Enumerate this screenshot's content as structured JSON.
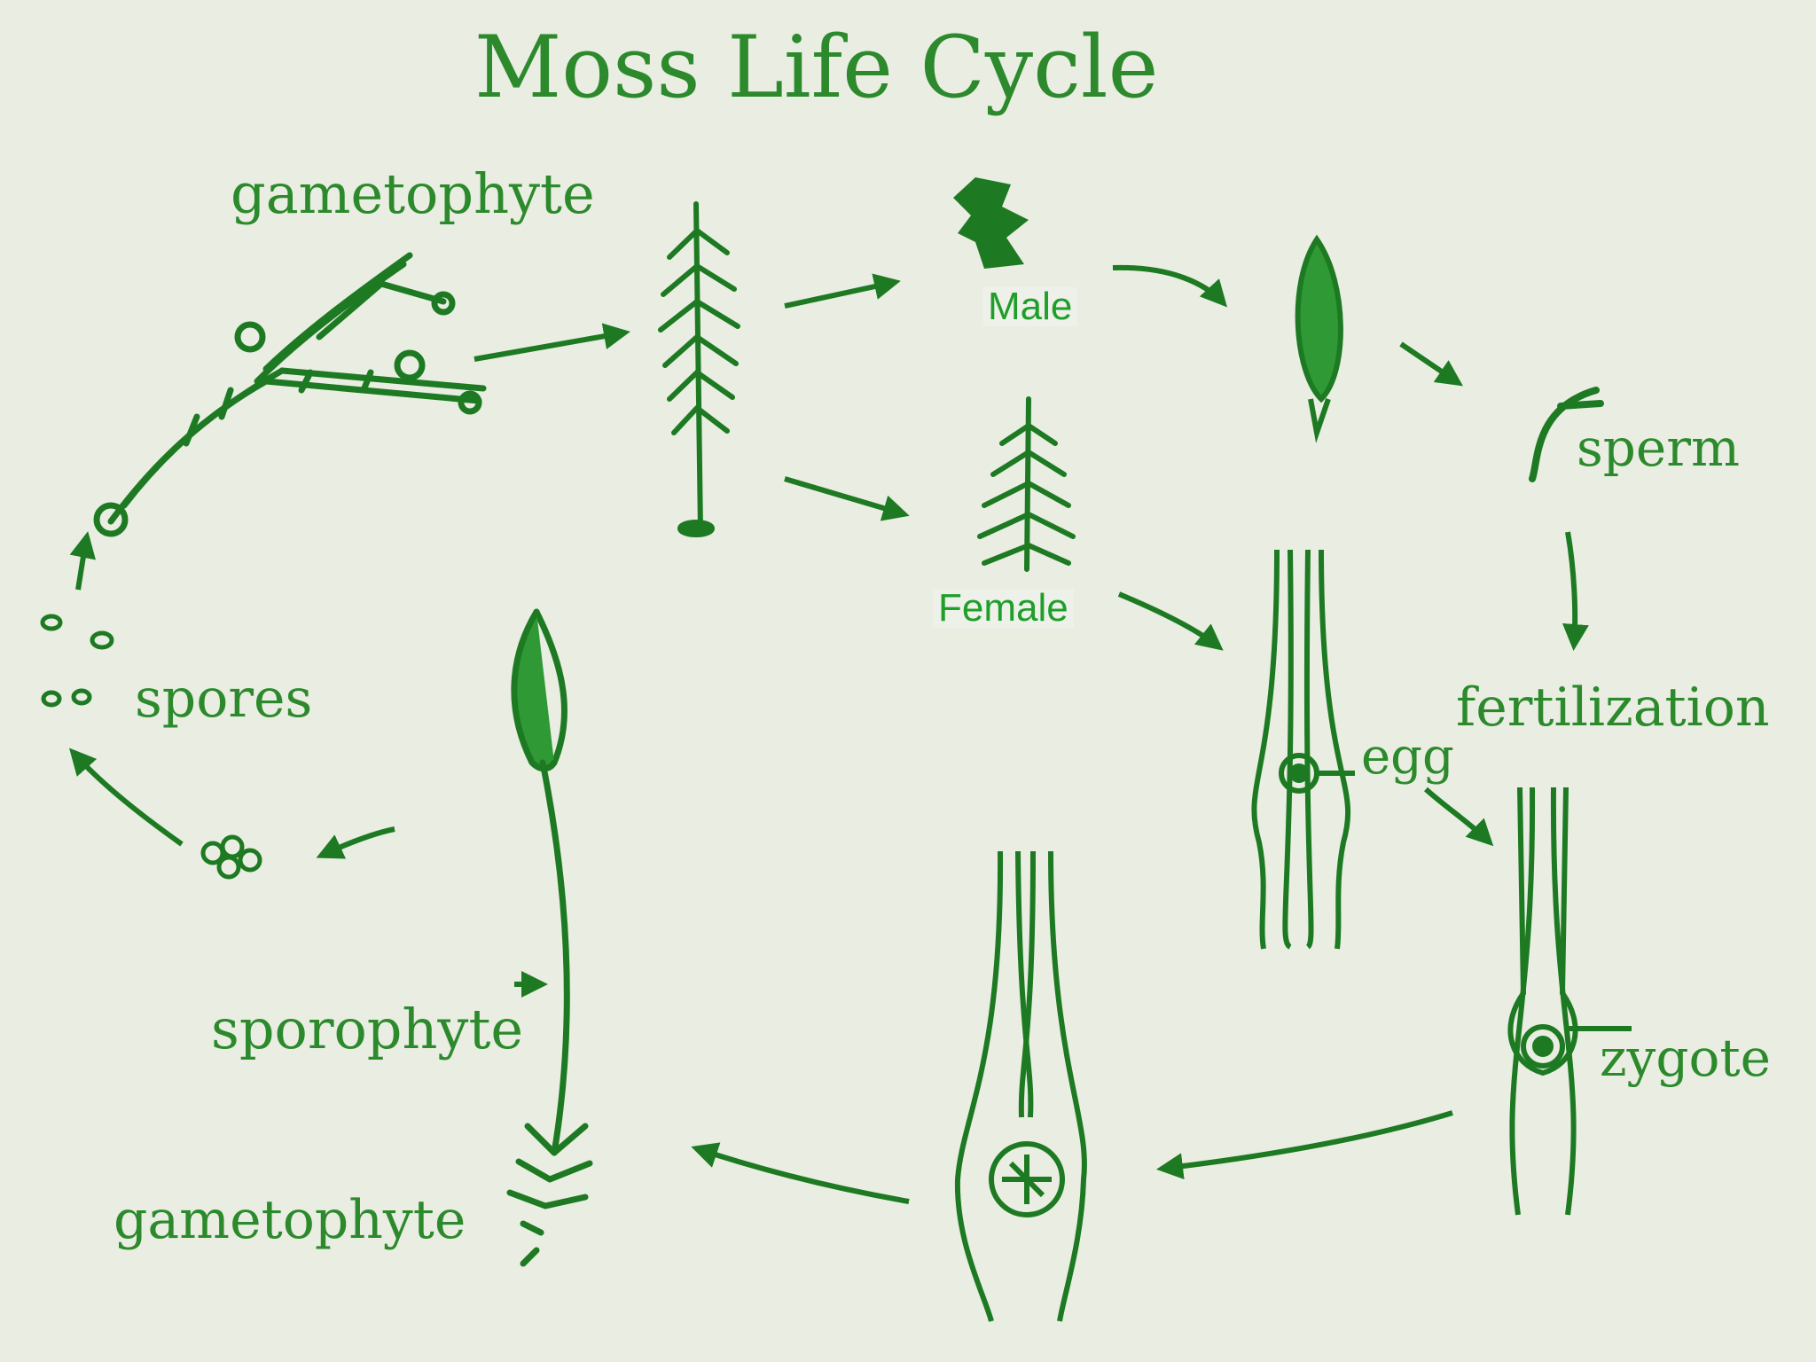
{
  "title": "Moss Life Cycle",
  "labels": {
    "gametophyte_top": "gametophyte",
    "male": "Male",
    "female": "Female",
    "sperm": "sperm",
    "fertilization": "fertilization",
    "spores": "spores",
    "egg": "egg",
    "zygote": "zygote",
    "sporophyte": "sporophyte",
    "gametophyte_bottom": "gametophyte"
  },
  "colors": {
    "background": "#e9ede2",
    "ink": "#2c8a2c",
    "ink_dark": "#1d7a22",
    "overlay_label": "#1f9e2a"
  }
}
